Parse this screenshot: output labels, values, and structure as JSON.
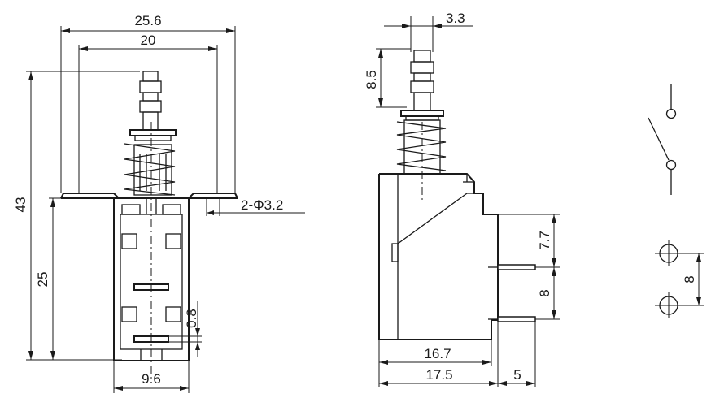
{
  "front_view": {
    "width_overall": "25.6",
    "width_mount": "20",
    "height_overall": "43",
    "height_body": "25",
    "hole_callout": "2-Φ3.2",
    "pin_thickness": "0.8",
    "body_width": "9.6"
  },
  "side_view": {
    "plunger_width": "3.3",
    "plunger_travel": "8.5",
    "terminal_offset": "7.7",
    "terminal_pitch": "8",
    "body_depth_inner": "16.7",
    "body_depth": "17.5",
    "terminal_length": "5"
  },
  "pcb_layout": {
    "hole_pitch": "8"
  }
}
